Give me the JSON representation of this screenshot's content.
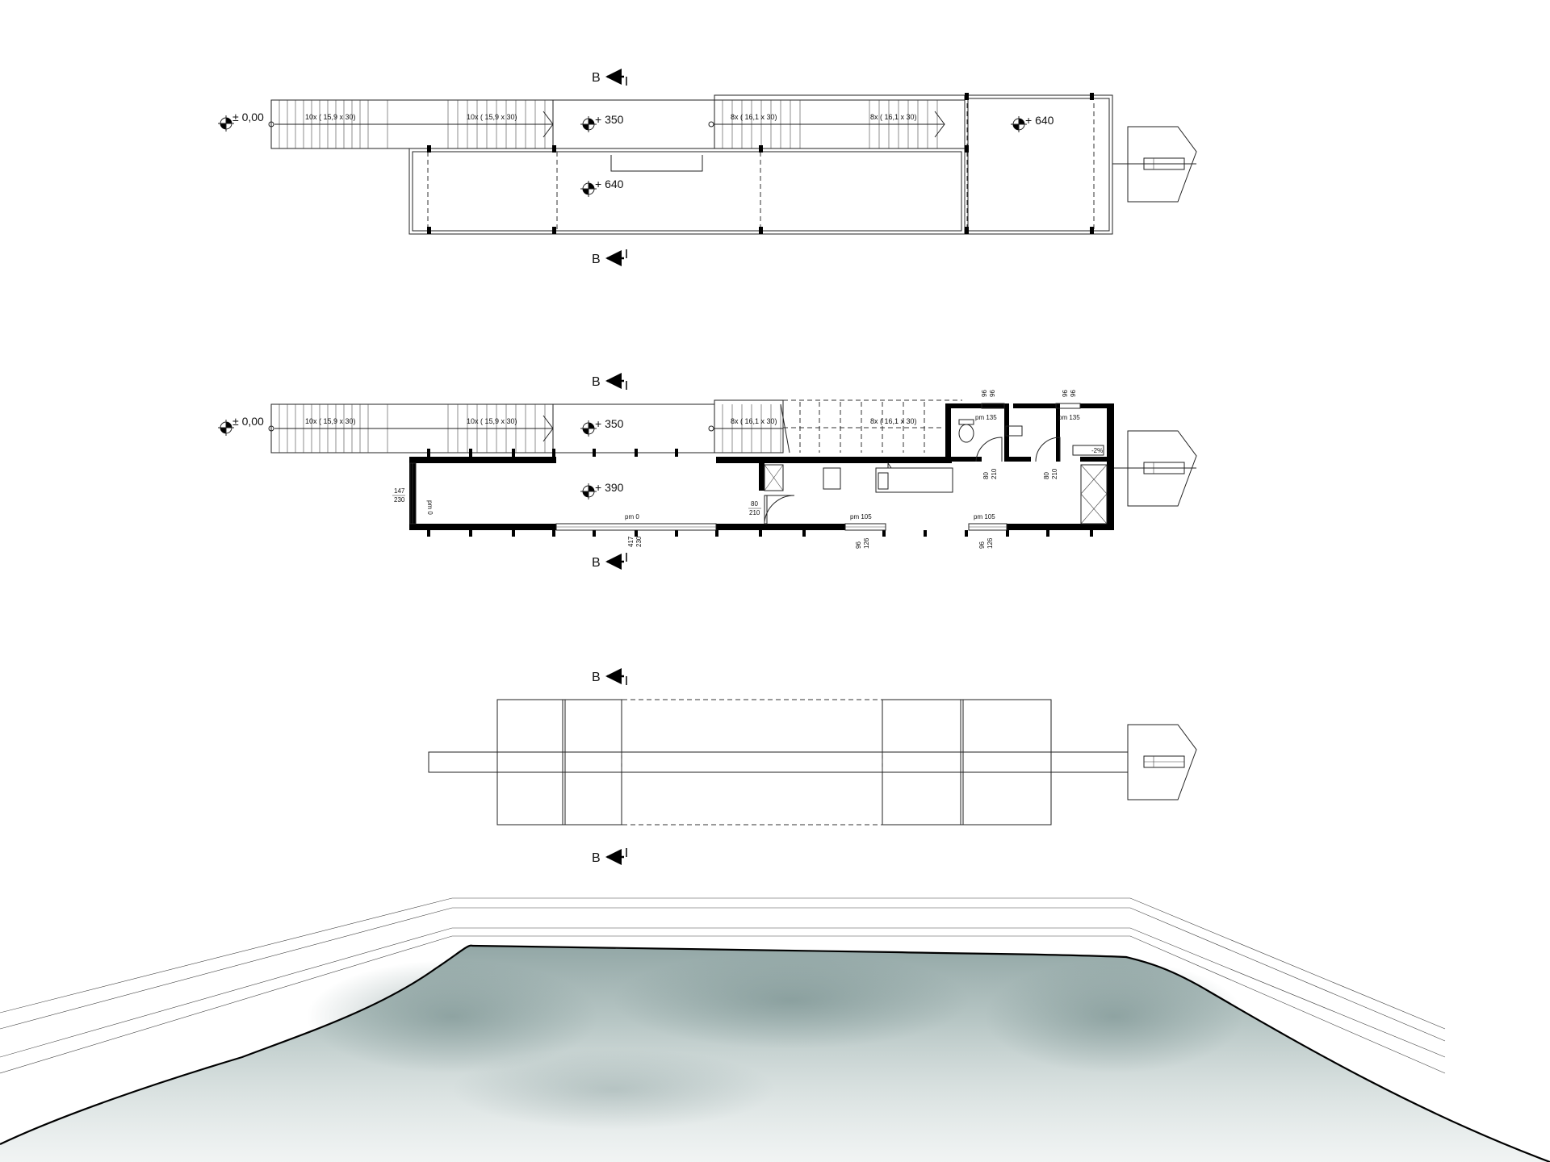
{
  "plans": {
    "upper": {
      "elev_start": "± 0,00",
      "elev_landing": "+ 350",
      "elev_top_deck": "+ 640",
      "elev_lower_deck": "+ 640",
      "stair_a1": "10x ( 15,9 x 30)",
      "stair_a2": "10x ( 15,9 x 30)",
      "stair_b1": "8x ( 16,1 x 30)",
      "stair_b2": "8x ( 16,1 x 30)"
    },
    "middle": {
      "elev_start": "± 0,00",
      "elev_landing": "+ 350",
      "elev_floor": "+ 390",
      "stair_a1": "10x ( 15,9 x 30)",
      "stair_a2": "10x ( 15,9 x 30)",
      "stair_b1": "8x ( 16,1 x 30)",
      "stair_b2": "8x ( 16,1 x 30)",
      "dims": {
        "left_window_top": "147",
        "left_window_bottom": "230",
        "left_window_pm": "pm 0",
        "front_window_pm": "pm 0",
        "front_window_w": "417",
        "front_window_h": "230",
        "door_w": "80",
        "door_h": "210",
        "window2_pm": "pm 105",
        "window2_w": "96",
        "window2_h": "126",
        "window3_pm": "pm 105",
        "window3_w": "96",
        "window3_h": "126",
        "wc_window_pm": "pm 135",
        "wc_window_w": "96",
        "wc_window_h": "96",
        "shower_window_pm": "pm 135",
        "shower_window_w": "96",
        "shower_window_h": "96",
        "wc_door_w": "80",
        "wc_door_h": "210",
        "shower_door_w": "80",
        "shower_door_h": "210",
        "slope": "-2%"
      }
    }
  },
  "section_marks": {
    "p1_top": "B",
    "p1_bottom": "B",
    "p2_top": "B",
    "p2_bottom": "B",
    "p3_top": "B",
    "p3_bottom": "B"
  },
  "colors": {
    "lines": "#222222",
    "walls": "#000000",
    "water": "#a9bcba"
  }
}
